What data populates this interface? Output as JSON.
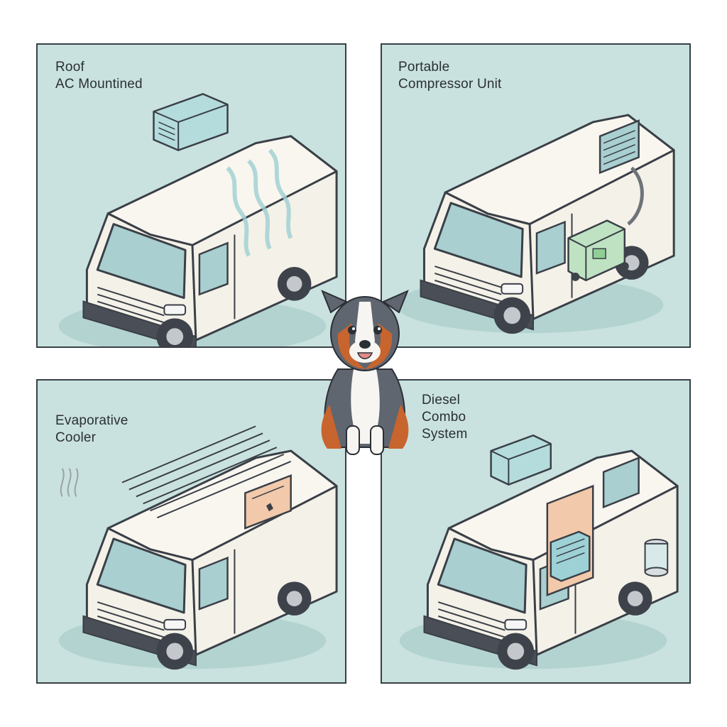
{
  "colors": {
    "panel_bg": "#c9e2df",
    "van_body": "#f4f1e8",
    "outline": "#3a3f47",
    "glass": "#a9cfd0",
    "accent_teal": "#b4dcdc",
    "compressor_green": "#bfe3c2",
    "evap_orange": "#f2c9aa",
    "dog_orange": "#c8642e",
    "dog_grey": "#5f6670"
  },
  "panels": [
    {
      "id": "roof-ac",
      "label_lines": [
        "Roof",
        "AC Mountined"
      ]
    },
    {
      "id": "portable-compressor",
      "label_lines": [
        "Portable",
        "Compressor Unit"
      ]
    },
    {
      "id": "evaporative-cooler",
      "label_lines": [
        "Evaporative",
        "Cooler"
      ]
    },
    {
      "id": "diesel-combo",
      "label_lines": [
        "Diesel",
        "Combo",
        "System"
      ]
    }
  ],
  "center": {
    "icon": "australian-shepherd-dog-icon"
  }
}
